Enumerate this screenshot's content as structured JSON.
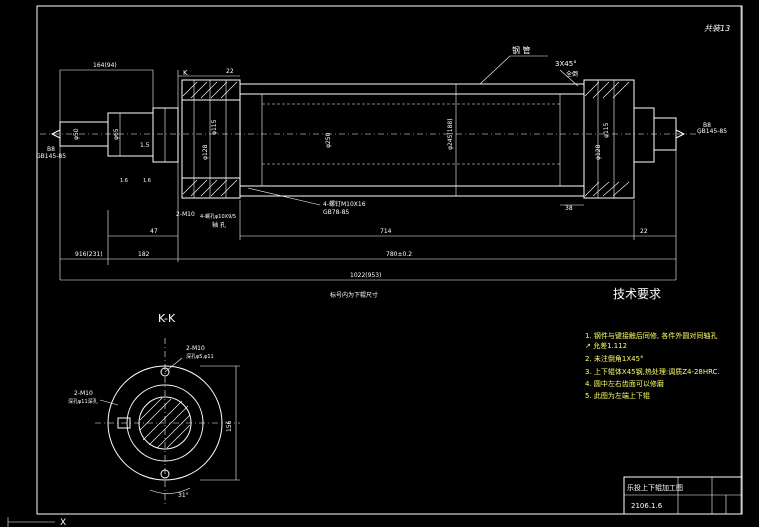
{
  "drawing": {
    "view_number": "共装13",
    "notes_title": "技术要求",
    "notes": [
      "1. 钢件与键接触后同修, 各件外圆对同轴孔",
      "   ↗ 允差1.112",
      "2. 未注倒角1X45°",
      "3. 上下辊体X45钢,热处理:调质Z4-28HRC.",
      "4. 圆中左右齿面可以修磨",
      "5. 此图为左端上下辊"
    ],
    "title_block": {
      "name": "乐投上下辊加工图",
      "date": "2106.1.6"
    },
    "section_label": "K-K",
    "section_mark": "K",
    "labels": {
      "steel_pipe": "钢 管",
      "chamfer": "3X45°",
      "chamfer_sub": "全倒",
      "center_left": "B8",
      "center_left_std": "GB145-85",
      "center_right": "B8",
      "center_right_std": "GB145-85",
      "screw": "4-螺钉M10X16",
      "screw_std": "GB78-85",
      "hole_2m10_left": "2-M10",
      "hole_depth_left": "4-螺孔φ10X9/5",
      "flange_label": "轴 孔",
      "bottom_caption": "标号内为下辊尺寸",
      "kk_m10_top": "2-M10",
      "kk_m10_top_sub": "深孔φ5,φ11",
      "kk_m10_left": "2-M10",
      "kk_m10_left_sub": "深孔φ11深孔",
      "kk_angle": "31°",
      "kk_dim": "156"
    },
    "dimensions": {
      "d_top_left": "164(94)",
      "d_22_top": "22",
      "d_47": "47",
      "d_714": "714",
      "d_22_right": "22",
      "d_916": "916(231)",
      "d_182": "182",
      "d_total_inner": "780±0.2",
      "d_overall": "1022(953)",
      "d_38": "38",
      "d_15": "1.5",
      "d_phi1": "φ128",
      "d_phi2": "φ115",
      "d_phi3": "φ250",
      "d_phi4": "φ245(188)",
      "d_phi5": "φ128",
      "d_phi6": "φ115",
      "d_phi_left_shaft": "φ50",
      "d_phi_left_2": "φ65",
      "d_left_small": "1.6",
      "d_14": "1.6"
    },
    "bottom_mark": "X"
  }
}
